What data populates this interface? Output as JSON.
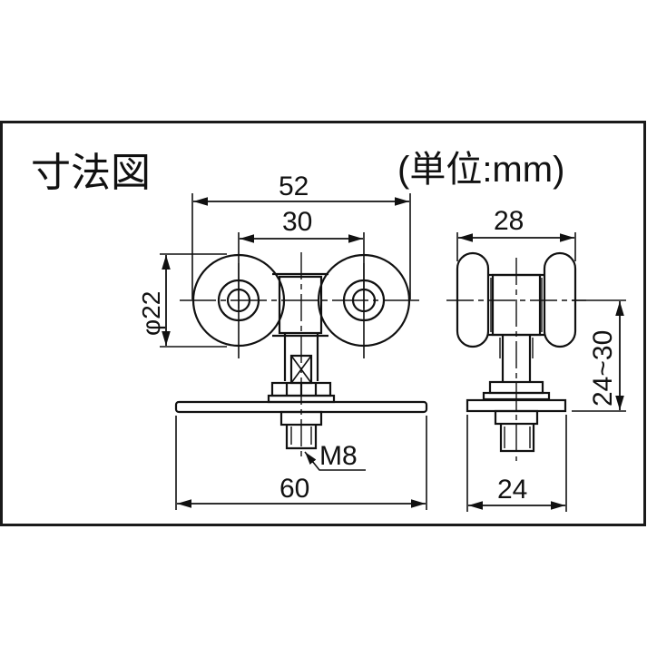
{
  "title": "寸法図",
  "unit_note": "(単位:mm)",
  "front_view": {
    "dim_overall_wheel_width": "52",
    "dim_wheel_center_pitch": "30",
    "dim_wheel_diameter": "φ22",
    "dim_plate_width": "60",
    "thread_callout": "M8"
  },
  "side_view": {
    "dim_wheel_width": "28",
    "dim_height_range": "24~30",
    "dim_plate_width": "24"
  },
  "colors": {
    "line": "#111111",
    "background": "#ffffff"
  }
}
